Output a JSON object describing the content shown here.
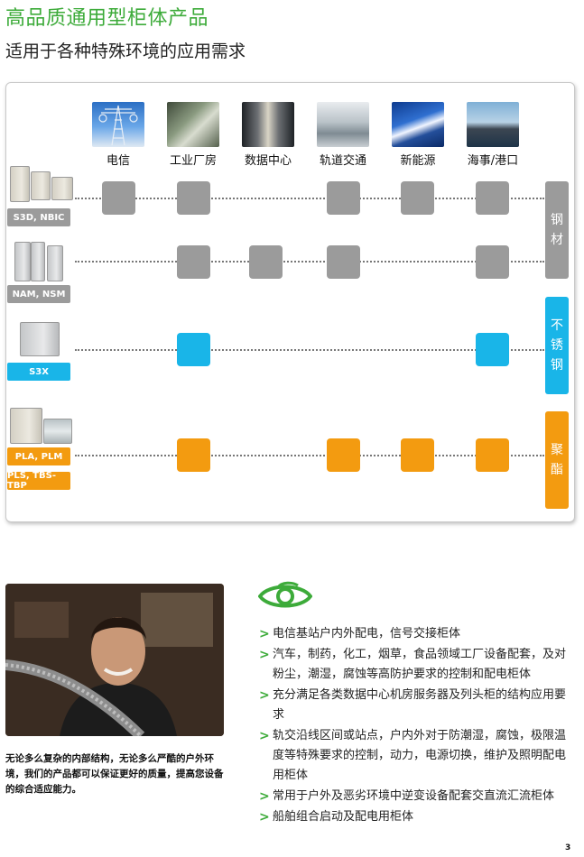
{
  "header": {
    "title": "高品质通用型柜体产品",
    "subtitle": "适用于各种特殊环境的应用需求"
  },
  "applications": [
    {
      "label": "电信",
      "icon": "telecom-tower-photo"
    },
    {
      "label": "工业厂房",
      "icon": "industrial-plant-photo"
    },
    {
      "label": "数据中心",
      "icon": "data-center-photo"
    },
    {
      "label": "轨道交通",
      "icon": "rail-transit-photo"
    },
    {
      "label": "新能源",
      "icon": "solar-energy-photo"
    },
    {
      "label": "海事/港口",
      "icon": "ship-port-photo"
    }
  ],
  "product_rows": [
    {
      "label": "S3D, NBIC",
      "material": "steel",
      "applies": [
        true,
        true,
        false,
        true,
        true,
        true
      ]
    },
    {
      "label": "NAM, NSM",
      "material": "steel",
      "applies": [
        false,
        true,
        true,
        true,
        false,
        true
      ]
    },
    {
      "label": "S3X",
      "material": "stainless",
      "applies": [
        false,
        true,
        false,
        false,
        false,
        true
      ]
    },
    {
      "label": "PLA, PLM",
      "material": "polyester",
      "applies": [
        false,
        true,
        false,
        true,
        true,
        true
      ]
    }
  ],
  "extra_product_label": "PLS, TBS-TBP",
  "materials": [
    {
      "id": "steel",
      "chars": [
        "钢",
        "材"
      ],
      "color": "#9b9b9b"
    },
    {
      "id": "stainless",
      "chars": [
        "不",
        "锈",
        "钢"
      ],
      "color": "#19b5e8"
    },
    {
      "id": "polyester",
      "chars": [
        "聚",
        "酯"
      ],
      "color": "#f39b10"
    }
  ],
  "colors": {
    "accent_green": "#3dab3a"
  },
  "photo_caption": "无论多么复杂的内部结构，无论多么严酷的户外环境，我们的产品都可以保证更好的质量，提高您设备的综合适应能力。",
  "bullets": [
    "电信基站户内外配电，信号交接柜体",
    "汽车，制药，化工，烟草，食品领域工厂设备配套，及对粉尘，潮湿，腐蚀等高防护要求的控制和配电柜体",
    "充分满足各类数据中心机房服务器及列头柜的结构应用要求",
    "轨交沿线区间或站点，户内外对于防潮湿，腐蚀，极限温度等特殊要求的控制，动力，电源切换，维护及照明配电用柜体",
    "常用于户外及恶劣环境中逆变设备配套交直流汇流柜体",
    "船舶组合启动及配电用柜体"
  ],
  "page_number": "3"
}
